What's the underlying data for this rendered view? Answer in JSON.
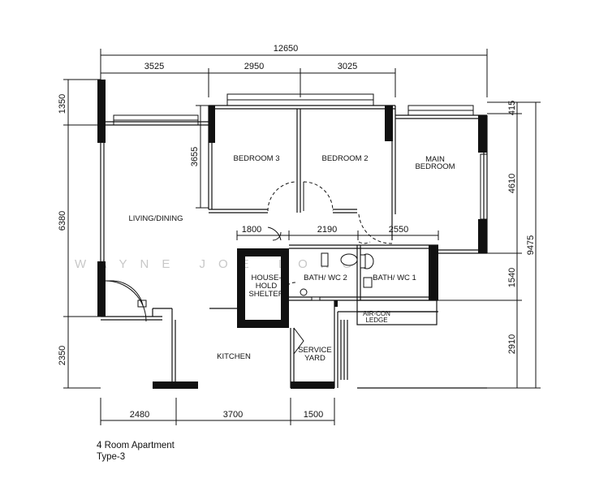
{
  "dimensions": {
    "top_overall": "12650",
    "top_1": "3525",
    "top_2": "2950",
    "top_3": "3025",
    "bottom_1": "2480",
    "bottom_2": "3700",
    "bottom_3": "1500",
    "left_1": "1350",
    "left_2": "6380",
    "left_3": "2350",
    "bed3_depth": "3655",
    "inner_1800": "1800",
    "inner_2190": "2190",
    "inner_2550": "2550",
    "right_415": "415",
    "right_4610": "4610",
    "right_1540": "1540",
    "right_2910": "2910",
    "right_overall": "9475"
  },
  "rooms": {
    "bedroom3": "BEDROOM 3",
    "bedroom2": "BEDROOM 2",
    "main_bedroom_1": "MAIN",
    "main_bedroom_2": "BEDROOM",
    "living": "LIVING/DINING",
    "shelter_1": "HOUSE-",
    "shelter_2": "HOLD",
    "shelter_3": "SHELTER",
    "bath2": "BATH/ WC 2",
    "bath1": "BATH/ WC 1",
    "aircon_1": "AIR-CON",
    "aircon_2": "LEDGE",
    "kitchen": "KITCHEN",
    "service_1": "SERVICE",
    "service_2": "YARD"
  },
  "watermark": "WAYNE JOE LONG",
  "caption": {
    "line1": "4 Room Apartment",
    "line2": "Type-3"
  }
}
